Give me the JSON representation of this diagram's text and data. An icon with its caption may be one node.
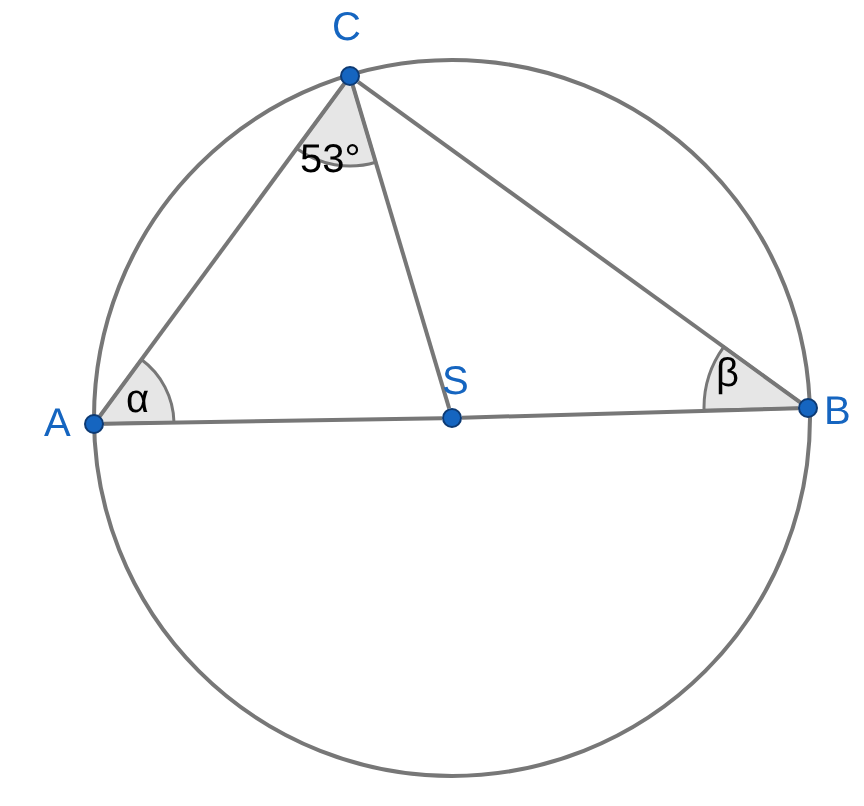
{
  "diagram": {
    "nodes": [
      {
        "text": [],
        "shape": "circle",
        "beside": [
          "A"
        ]
      },
      {
        "text": [],
        "shape": "circle",
        "beside": [
          "C"
        ]
      },
      {
        "text": [],
        "shape": "circle",
        "beside": [
          "S"
        ]
      },
      {
        "text": [],
        "shape": "circle",
        "beside": [
          "B"
        ]
      }
    ],
    "edges": [
      {
        "from": 0,
        "to": 1,
        "arrow": "none"
      },
      {
        "from": 1,
        "to": 3,
        "arrow": "none"
      },
      {
        "from": 0,
        "to": 2,
        "arrow": "none"
      },
      {
        "from": 2,
        "to": 3,
        "arrow": "none"
      },
      {
        "from": 1,
        "to": 2,
        "arrow": "none"
      }
    ],
    "labels": [
      "53°",
      "α",
      "β"
    ]
  }
}
